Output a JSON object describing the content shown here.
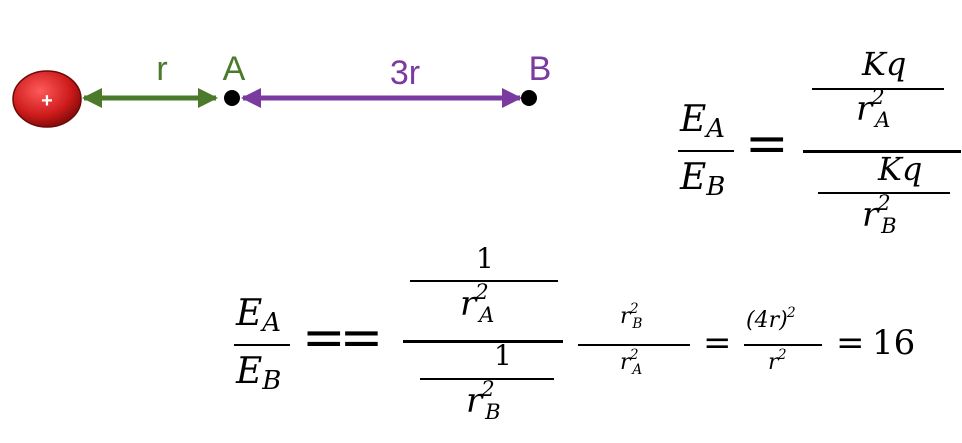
{
  "diagram": {
    "charge_symbol": "+",
    "label_r": "r",
    "label_A": "A",
    "label_3r": "3r",
    "label_B": "B",
    "colors": {
      "charge": "#cc1a1a",
      "short_arrow": "#4a7a2a",
      "long_arrow": "#7a3aa0",
      "point": "#000000"
    }
  },
  "equation1": {
    "lhs_num": "E",
    "lhs_num_sub": "A",
    "lhs_den": "E",
    "lhs_den_sub": "B",
    "equals": "=",
    "top_num": "Kq",
    "top_den": "r",
    "top_den_sup": "2",
    "top_den_sub": "A",
    "bot_num": "Kq",
    "bot_den": "r",
    "bot_den_sup": "2",
    "bot_den_sub": "B"
  },
  "equation2": {
    "lhs_num": "E",
    "lhs_num_sub": "A",
    "lhs_den": "E",
    "lhs_den_sub": "B",
    "equals": "==",
    "top_num": "1",
    "top_den": "r",
    "top_den_sup": "2",
    "top_den_sub": "A",
    "bot_num": "1",
    "bot_den": "r",
    "bot_den_sup": "2",
    "bot_den_sub": "B",
    "ratio_num": "r",
    "ratio_num_sup": "2",
    "ratio_num_sub": "B",
    "ratio_den": "r",
    "ratio_den_sup": "2",
    "ratio_den_sub": "A",
    "eq_a": "=",
    "frac2_num": "(4r)",
    "frac2_num_sup": "2",
    "frac2_den": "r",
    "frac2_den_sup": "2",
    "eq_b": "=",
    "result": "16"
  }
}
